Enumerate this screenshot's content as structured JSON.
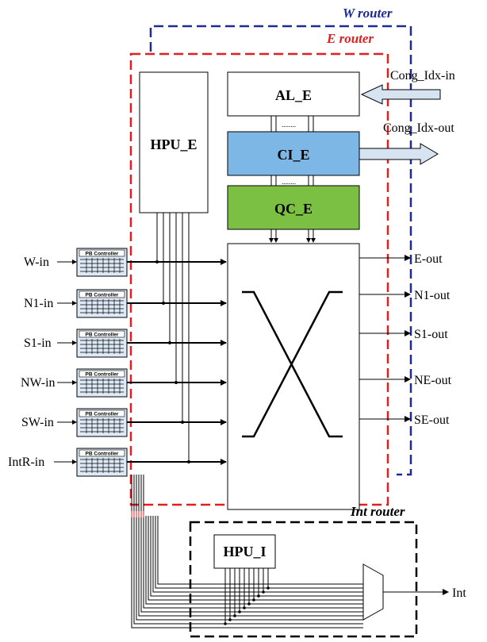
{
  "routers": {
    "w_router": "W router",
    "e_router": "E router",
    "int_router": "Int router"
  },
  "blocks": {
    "hpu_e": "HPU_E",
    "al_e": "AL_E",
    "ci_e": "CI_E",
    "qc_e": "QC_E",
    "hpu_i": "HPU_I",
    "pb_controller": "PB Controller"
  },
  "signals": {
    "cong_in": "Cong_Idx-in",
    "cong_out": "Cong_Idx-out",
    "dots": "........"
  },
  "inputs": [
    "W-in",
    "N1-in",
    "S1-in",
    "NW-in",
    "SW-in",
    "IntR-in"
  ],
  "outputs": [
    "E-out",
    "N1-out",
    "S1-out",
    "NE-out",
    "SE-out"
  ],
  "int_out": "Int",
  "colors": {
    "w_router_border": "#1f2a99",
    "e_router_border": "#e02020",
    "ci_fill": "#7db7e6",
    "qc_fill": "#7cc043",
    "arrow_fill": "#d6e4f2"
  }
}
